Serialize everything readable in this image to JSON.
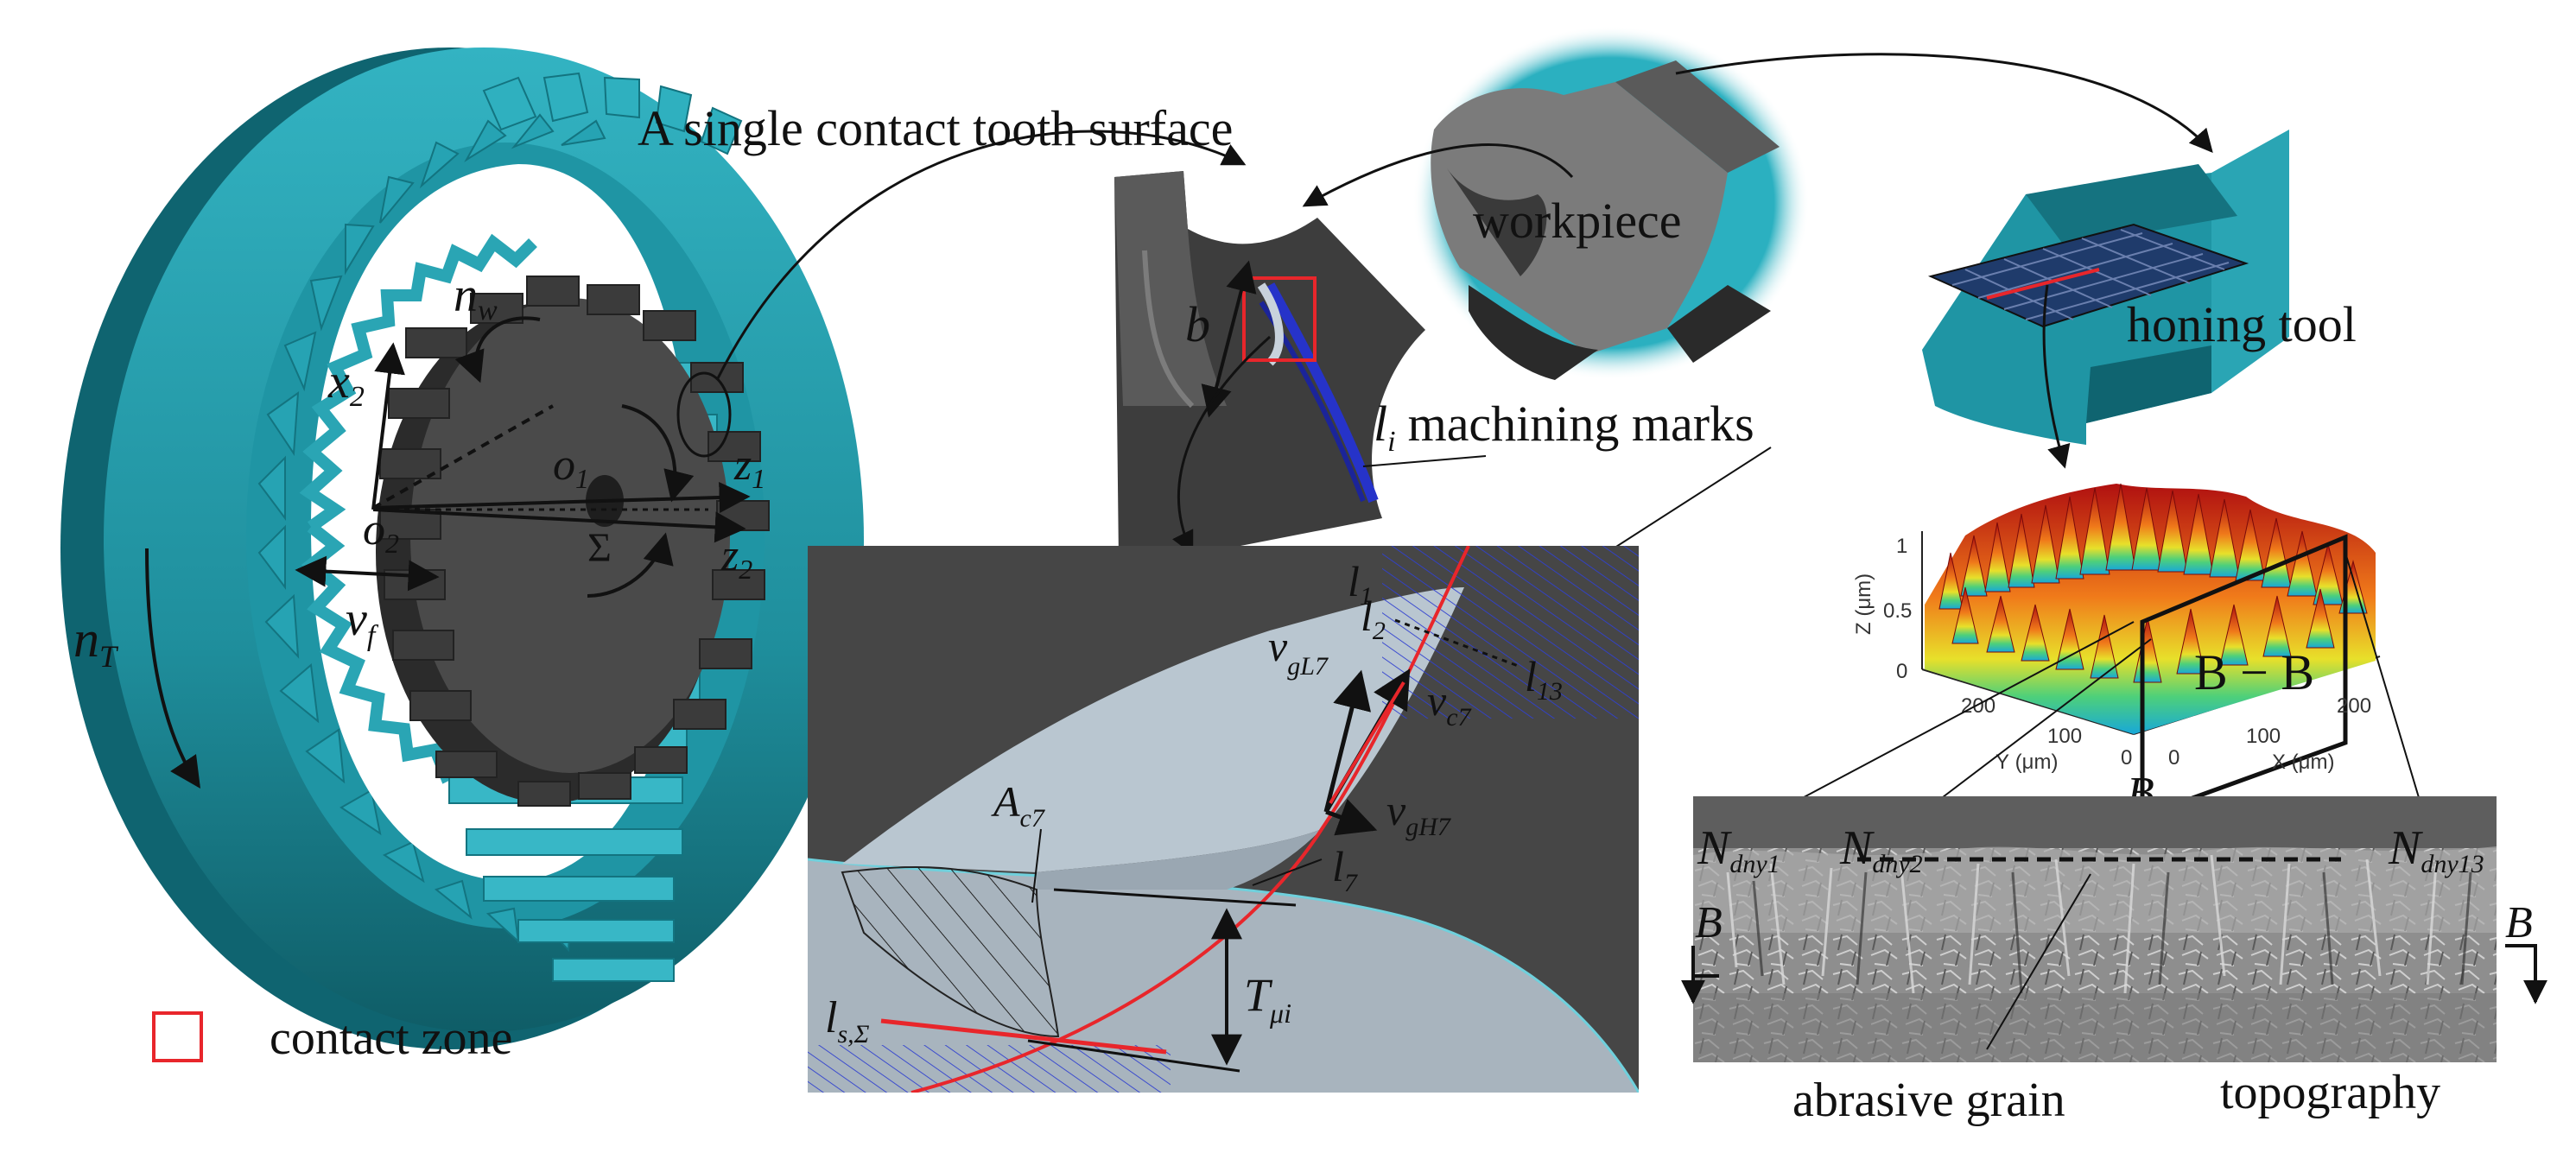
{
  "colors": {
    "teal": "#2aa5b4",
    "teal_dark": "#15707c",
    "gear_dark": "#3a3a3a",
    "red": "#e8262b",
    "blue_mark": "#2633c9",
    "panel_dark": "#464646",
    "panel_light": "#a8b4be"
  },
  "title_labels": {
    "single_contact": "A single contact tooth surface",
    "workpiece": "workpiece",
    "honing_tool": "honing tool",
    "machining_marks": "machining marks",
    "machining_marks_symbol": "l",
    "machining_marks_sub": "i"
  },
  "gear_labels": {
    "nw": "n",
    "nw_sub": "w",
    "x2": "x",
    "x2_sub": "2",
    "o1": "o",
    "o1_sub": "1",
    "o2": "o",
    "o2_sub": "2",
    "z1": "z",
    "z1_sub": "1",
    "z2": "z",
    "z2_sub": "2",
    "sigma": "Σ",
    "vf": "v",
    "vf_sub": "f",
    "nT": "n",
    "nT_sub": "T"
  },
  "tooth_labels": {
    "b": "b"
  },
  "detail_labels": {
    "l1": "l",
    "l1_sub": "1",
    "l2": "l",
    "l2_sub": "2",
    "l13": "l",
    "l13_sub": "13",
    "vgL7": "v",
    "vgL7_sub": "gL7",
    "vc7": "v",
    "vc7_sub": "c7",
    "vgH7": "v",
    "vgH7_sub": "gH7",
    "Ac7": "A",
    "Ac7_sub": "c7",
    "l7": "l",
    "l7_sub": "7",
    "T": "T",
    "T_sub": "μi",
    "ls": "l",
    "ls_sub": "s,Σ"
  },
  "surface_plot": {
    "z_label": "Z (μm)",
    "y_label": "Y (μm)",
    "x_label": "X (μm)",
    "z_ticks": [
      "1",
      "0.5",
      "0"
    ],
    "y_ticks": [
      "200",
      "100",
      "0"
    ],
    "x_ticks": [
      "0",
      "100",
      "200"
    ],
    "section": "B − B",
    "section_point": "B"
  },
  "sem_labels": {
    "n1": "N",
    "n1_sub": "dny1",
    "n2": "N",
    "n2_sub": "dny2",
    "n13": "N",
    "n13_sub": "dny13",
    "b_left": "B",
    "b_right": "B",
    "abrasive": "abrasive grain",
    "topography": "topography"
  },
  "legend": {
    "contact_zone": "contact zone"
  }
}
